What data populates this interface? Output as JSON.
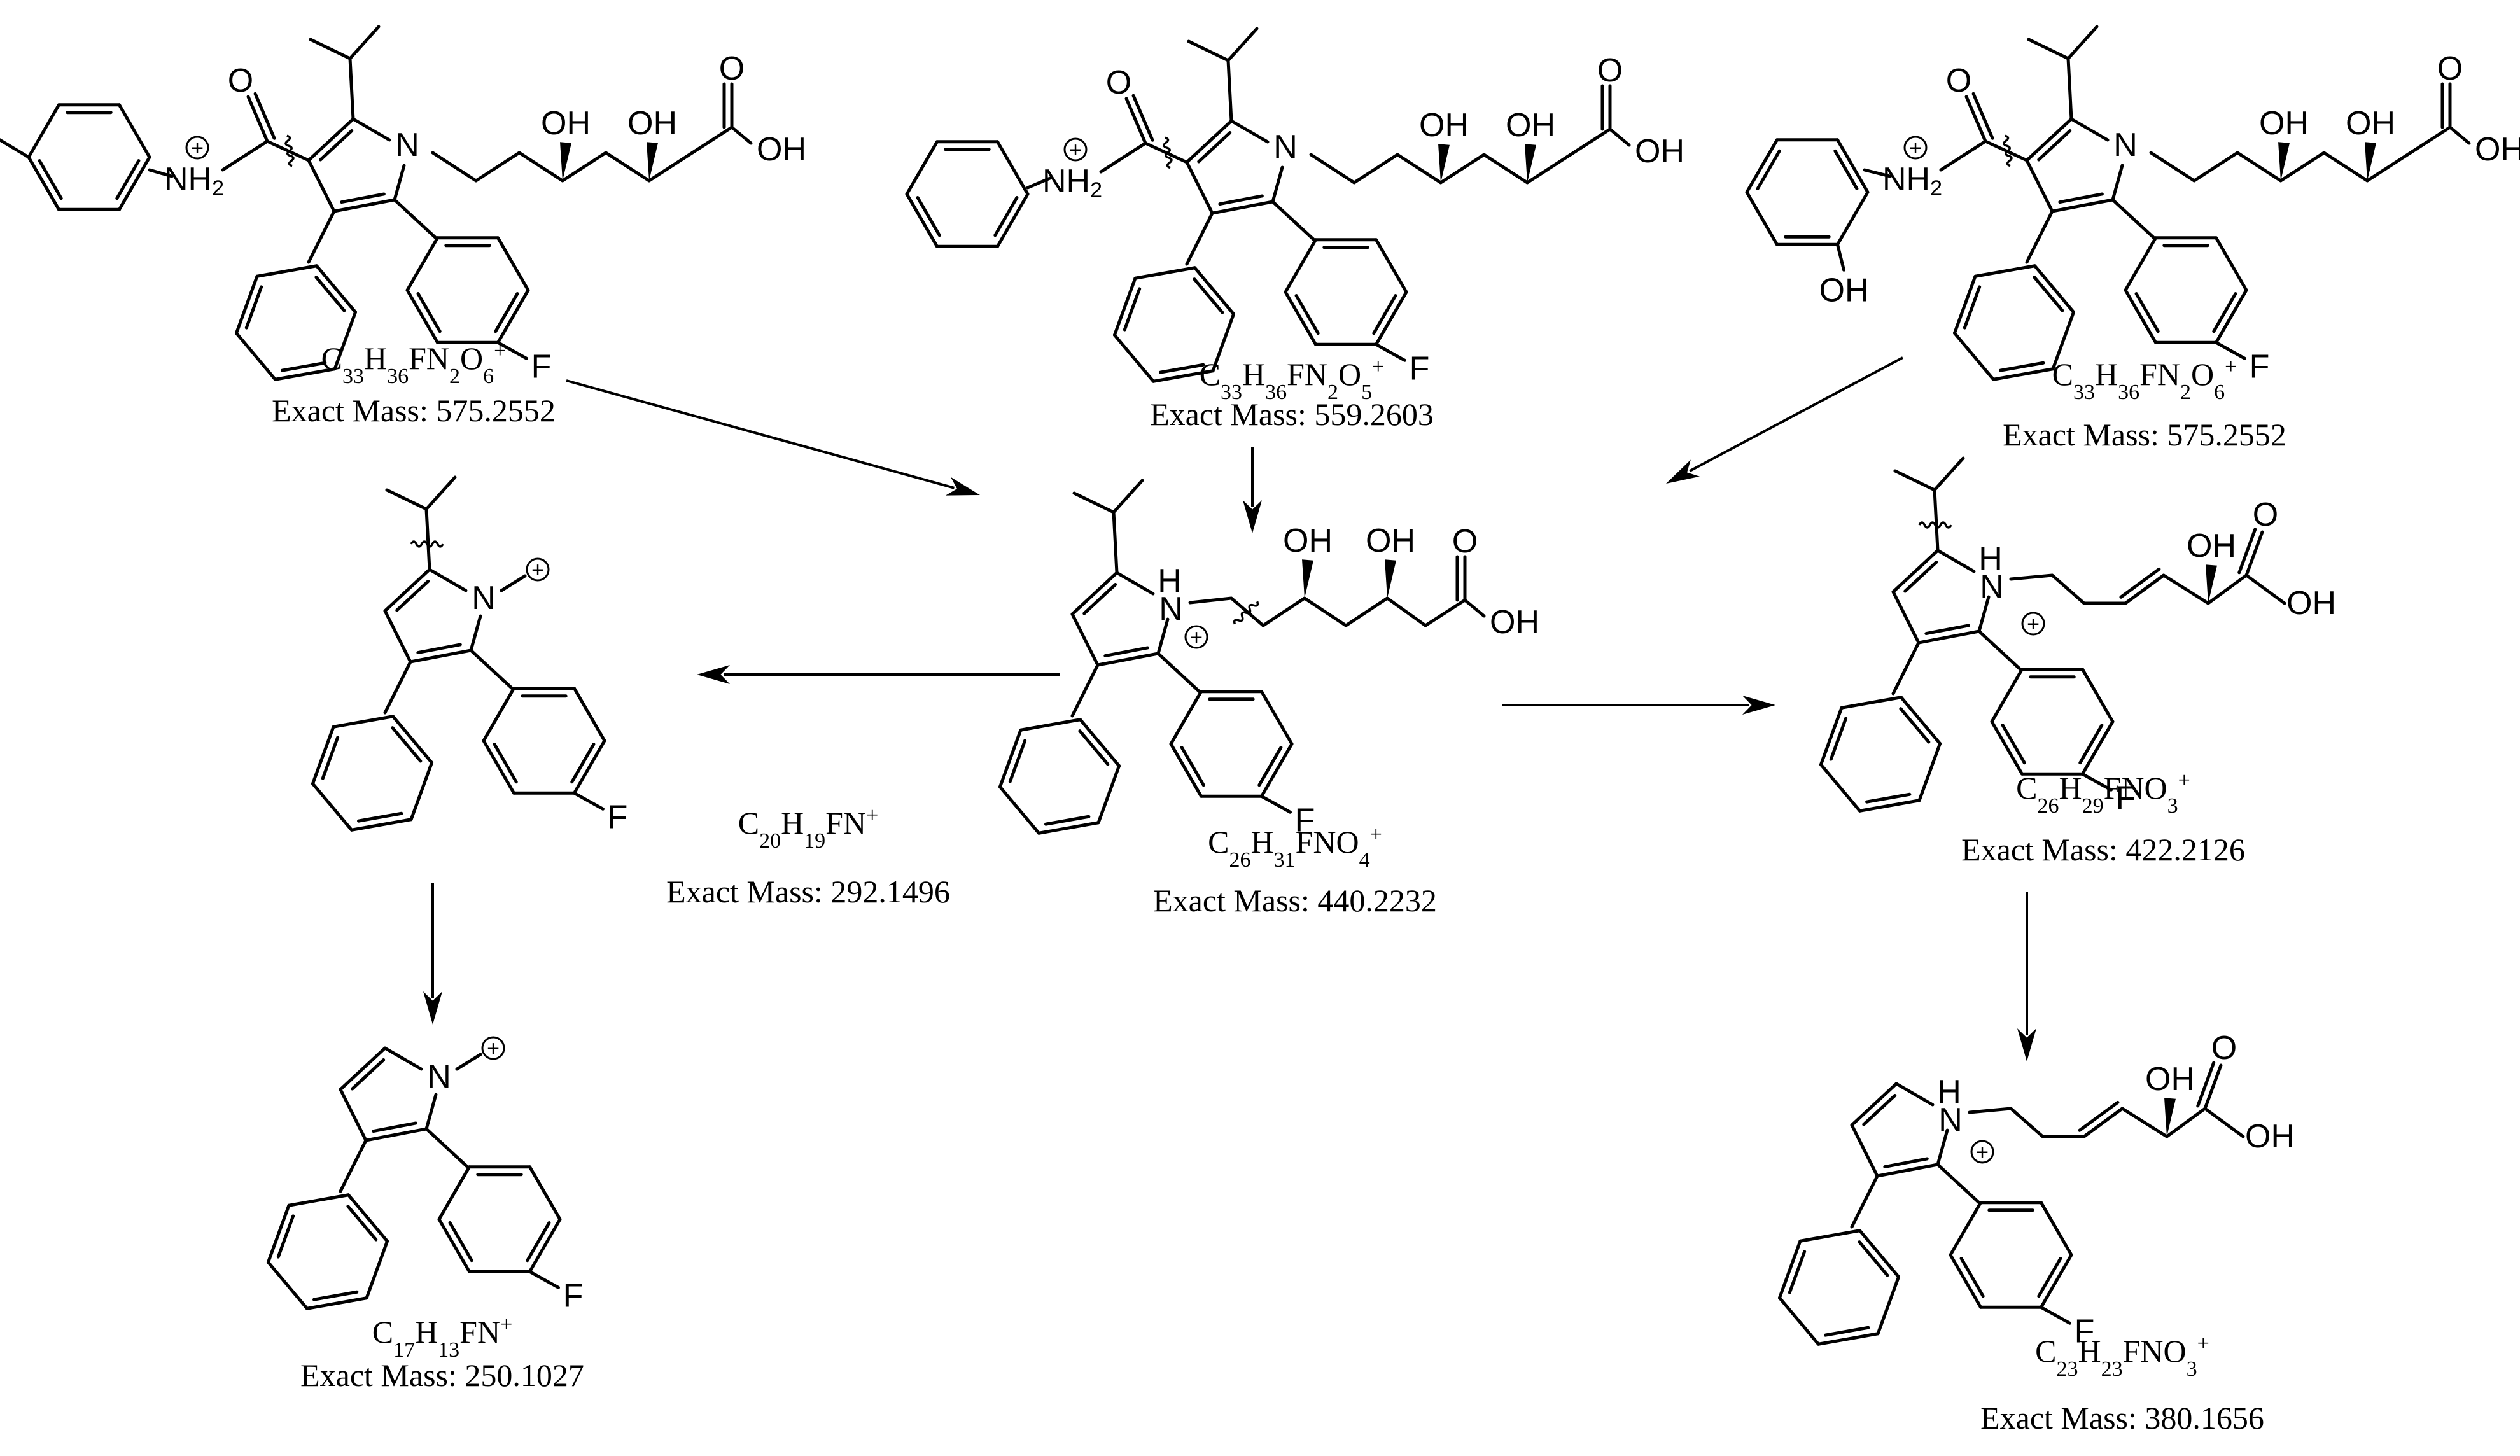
{
  "compounds": [
    {
      "id": "precursor_4_hydroxy",
      "formula": [
        [
          "C",
          ""
        ],
        [
          "33",
          "sub"
        ],
        [
          "H",
          ""
        ],
        [
          "36",
          "sub"
        ],
        [
          "FN",
          ""
        ],
        [
          "2",
          "sub"
        ],
        [
          "O",
          ""
        ],
        [
          "6",
          "sub"
        ],
        [
          "+",
          "sup"
        ]
      ],
      "mass_text": "Exact Mass: 575.2552"
    },
    {
      "id": "precursor_unsubstituted",
      "formula": [
        [
          "C",
          ""
        ],
        [
          "33",
          "sub"
        ],
        [
          "H",
          ""
        ],
        [
          "36",
          "sub"
        ],
        [
          "FN",
          ""
        ],
        [
          "2",
          "sub"
        ],
        [
          "O",
          ""
        ],
        [
          "5",
          "sub"
        ],
        [
          "+",
          "sup"
        ]
      ],
      "mass_text": "Exact Mass: 559.2603"
    },
    {
      "id": "precursor_2_hydroxy",
      "formula": [
        [
          "C",
          ""
        ],
        [
          "33",
          "sub"
        ],
        [
          "H",
          ""
        ],
        [
          "36",
          "sub"
        ],
        [
          "FN",
          ""
        ],
        [
          "2",
          "sub"
        ],
        [
          "O",
          ""
        ],
        [
          "6",
          "sub"
        ],
        [
          "+",
          "sup"
        ]
      ],
      "mass_text": "Exact Mass: 575.2552"
    },
    {
      "id": "fragment_440",
      "formula": [
        [
          "C",
          ""
        ],
        [
          "26",
          "sub"
        ],
        [
          "H",
          ""
        ],
        [
          "31",
          "sub"
        ],
        [
          "FNO",
          ""
        ],
        [
          "4",
          "sub"
        ],
        [
          "+",
          "sup"
        ]
      ],
      "mass_text": "Exact Mass: 440.2232"
    },
    {
      "id": "fragment_292",
      "formula": [
        [
          "C",
          ""
        ],
        [
          "20",
          "sub"
        ],
        [
          "H",
          ""
        ],
        [
          "19",
          "sub"
        ],
        [
          "FN",
          ""
        ],
        [
          "+",
          "sup"
        ]
      ],
      "mass_text": "Exact Mass: 292.1496"
    },
    {
      "id": "fragment_250",
      "formula": [
        [
          "C",
          ""
        ],
        [
          "17",
          "sub"
        ],
        [
          "H",
          ""
        ],
        [
          "13",
          "sub"
        ],
        [
          "FN",
          ""
        ],
        [
          "+",
          "sup"
        ]
      ],
      "mass_text": "Exact Mass: 250.1027"
    },
    {
      "id": "fragment_422",
      "formula": [
        [
          "C",
          ""
        ],
        [
          "26",
          "sub"
        ],
        [
          "H",
          ""
        ],
        [
          "29",
          "sub"
        ],
        [
          "FNO",
          ""
        ],
        [
          "3",
          "sub"
        ],
        [
          "+",
          "sup"
        ]
      ],
      "mass_text": "Exact Mass: 422.2126"
    },
    {
      "id": "fragment_380",
      "formula": [
        [
          "C",
          ""
        ],
        [
          "23",
          "sub"
        ],
        [
          "H",
          ""
        ],
        [
          "23",
          "sub"
        ],
        [
          "FNO",
          ""
        ],
        [
          "3",
          "sub"
        ],
        [
          "+",
          "sup"
        ]
      ],
      "mass_text": "Exact Mass: 380.1656"
    }
  ],
  "atom_labels": {
    "OH": "OH",
    "O": "O",
    "N": "N",
    "F": "F",
    "H": "H",
    "NH": "NH",
    "NH2_sub": "2",
    "charge": "+"
  },
  "transitions": [
    {
      "from": "precursor_4_hydroxy",
      "to": "fragment_440"
    },
    {
      "from": "precursor_unsubstituted",
      "to": "fragment_440"
    },
    {
      "from": "precursor_2_hydroxy",
      "to": "fragment_440"
    },
    {
      "from": "fragment_440",
      "to": "fragment_292"
    },
    {
      "from": "fragment_440",
      "to": "fragment_422"
    },
    {
      "from": "fragment_292",
      "to": "fragment_250"
    },
    {
      "from": "fragment_422",
      "to": "fragment_380"
    }
  ]
}
